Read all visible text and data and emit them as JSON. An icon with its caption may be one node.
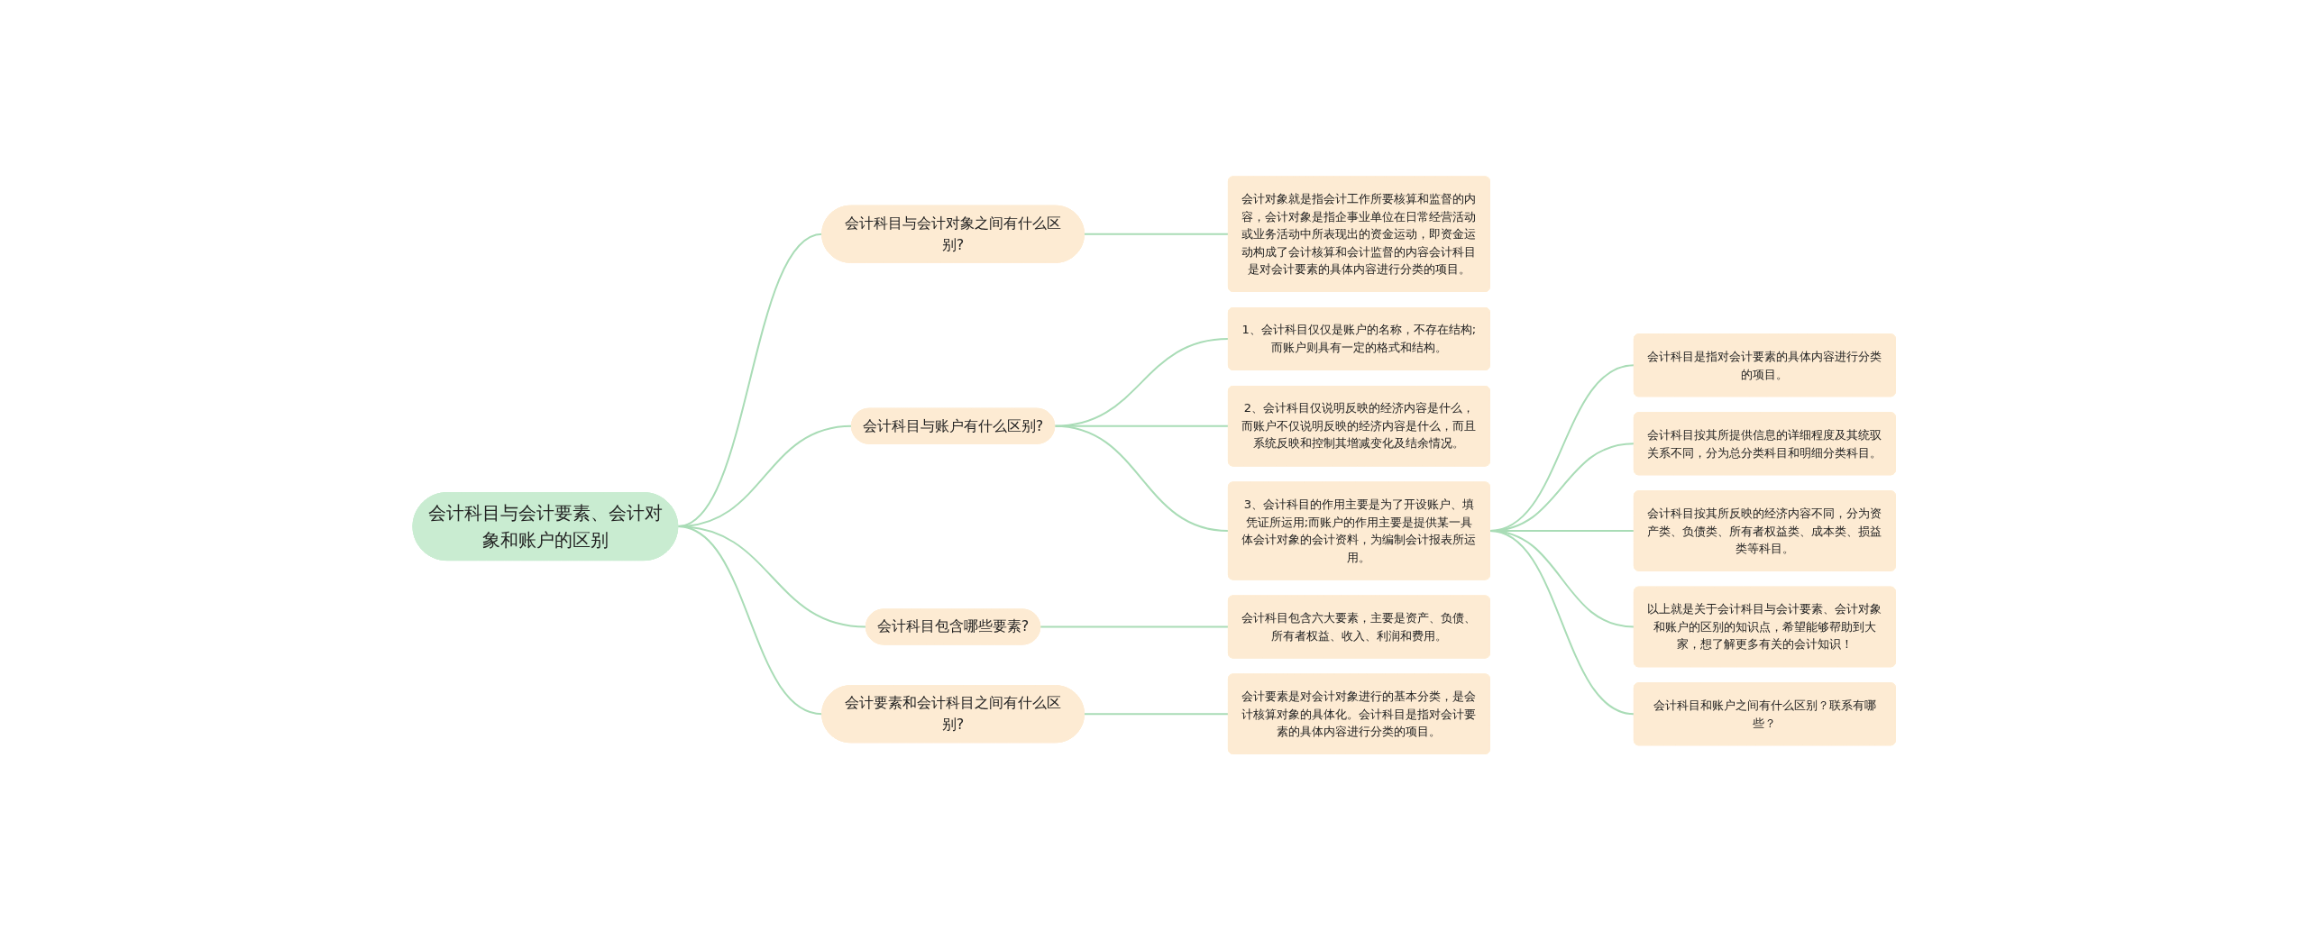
{
  "diagram": {
    "nodes": [
      {
        "text": [
          "会计科目与会计要素、会计对象和账户的区别"
        ]
      },
      {
        "text": [
          "会计科目与会计对象之间有什么区别?"
        ]
      },
      {
        "text": [
          "会计对象就是指会计工作所要核算和监督的内容，会计对象是指企事业单位在日常经营活动或业务活动中所表现出的资金运动，即资金运动构成了会计核算和会计监督的内容会计科目是对会计要素的具体内容进行分类的项目。"
        ]
      },
      {
        "text": [
          "会计科目与账户有什么区别?"
        ]
      },
      {
        "text": [
          "1、会计科目仅仅是账户的名称，不存在结构;而账户则具有一定的格式和结构。"
        ]
      },
      {
        "text": [
          "2、会计科目仅说明反映的经济内容是什么，而账户不仅说明反映的经济内容是什么，而且系统反映和控制其增减变化及结余情况。"
        ]
      },
      {
        "text": [
          "3、会计科目的作用主要是为了开设账户、填凭证所运用;而账户的作用主要是提供某一具体会计对象的会计资料，为编制会计报表所运用。"
        ]
      },
      {
        "text": [
          "会计科目是指对会计要素的具体内容进行分类的项目。"
        ]
      },
      {
        "text": [
          "会计科目按其所提供信息的详细程度及其统驭关系不同，分为总分类科目和明细分类科目。"
        ]
      },
      {
        "text": [
          "会计科目按其所反映的经济内容不同，分为资产类、负债类、所有者权益类、成本类、损益类等科目。"
        ]
      },
      {
        "text": [
          "以上就是关于会计科目与会计要素、会计对象和账户的区别的知识点，希望能够帮助到大家，想了解更多有关的会计知识！"
        ]
      },
      {
        "text": [
          "会计科目和账户之间有什么区别？联系有哪些？"
        ]
      },
      {
        "text": [
          "会计科目包含哪些要素?"
        ]
      },
      {
        "text": [
          "会计科目包含六大要素，主要是资产、负债、所有者权益、收入、利润和费用。"
        ]
      },
      {
        "text": [
          "会计要素和会计科目之间有什么区别?"
        ]
      },
      {
        "text": [
          "会计要素是对会计对象进行的基本分类，是会计核算对象的具体化。会计科目是指对会计要素的具体内容进行分类的项目。"
        ]
      }
    ],
    "edges": [
      {
        "from": 0,
        "to": 1,
        "arrow": "none"
      },
      {
        "from": 1,
        "to": 2,
        "arrow": "none"
      },
      {
        "from": 0,
        "to": 3,
        "arrow": "none"
      },
      {
        "from": 3,
        "to": 4,
        "arrow": "none"
      },
      {
        "from": 3,
        "to": 5,
        "arrow": "none"
      },
      {
        "from": 3,
        "to": 6,
        "arrow": "none"
      },
      {
        "from": 6,
        "to": 7,
        "arrow": "none"
      },
      {
        "from": 6,
        "to": 8,
        "arrow": "none"
      },
      {
        "from": 6,
        "to": 9,
        "arrow": "none"
      },
      {
        "from": 6,
        "to": 10,
        "arrow": "none"
      },
      {
        "from": 6,
        "to": 11,
        "arrow": "none"
      },
      {
        "from": 0,
        "to": 12,
        "arrow": "none"
      },
      {
        "from": 12,
        "to": 13,
        "arrow": "none"
      },
      {
        "from": 0,
        "to": 14,
        "arrow": "none"
      },
      {
        "from": 14,
        "to": 15,
        "arrow": "none"
      }
    ]
  }
}
